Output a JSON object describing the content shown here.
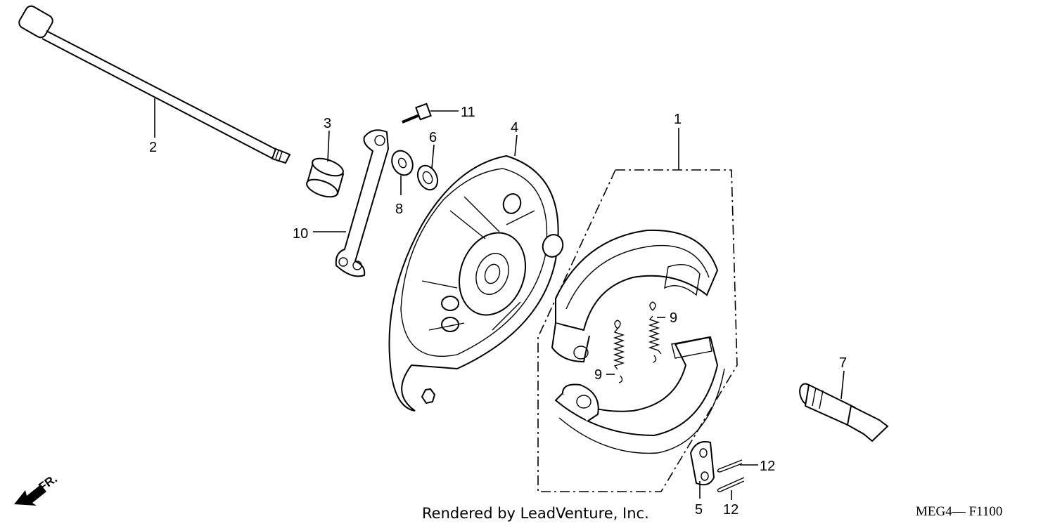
{
  "callouts": {
    "p1": "1",
    "p2": "2",
    "p3": "3",
    "p4": "4",
    "p5": "5",
    "p6": "6",
    "p7": "7",
    "p8": "8",
    "p9a": "9",
    "p9b": "9",
    "p10": "10",
    "p11": "11",
    "p12a": "12",
    "p12b": "12"
  },
  "credit": "Rendered by LeadVenture, Inc.",
  "diagram_code": "MEG4— F1100",
  "direction_indicator": "FR."
}
